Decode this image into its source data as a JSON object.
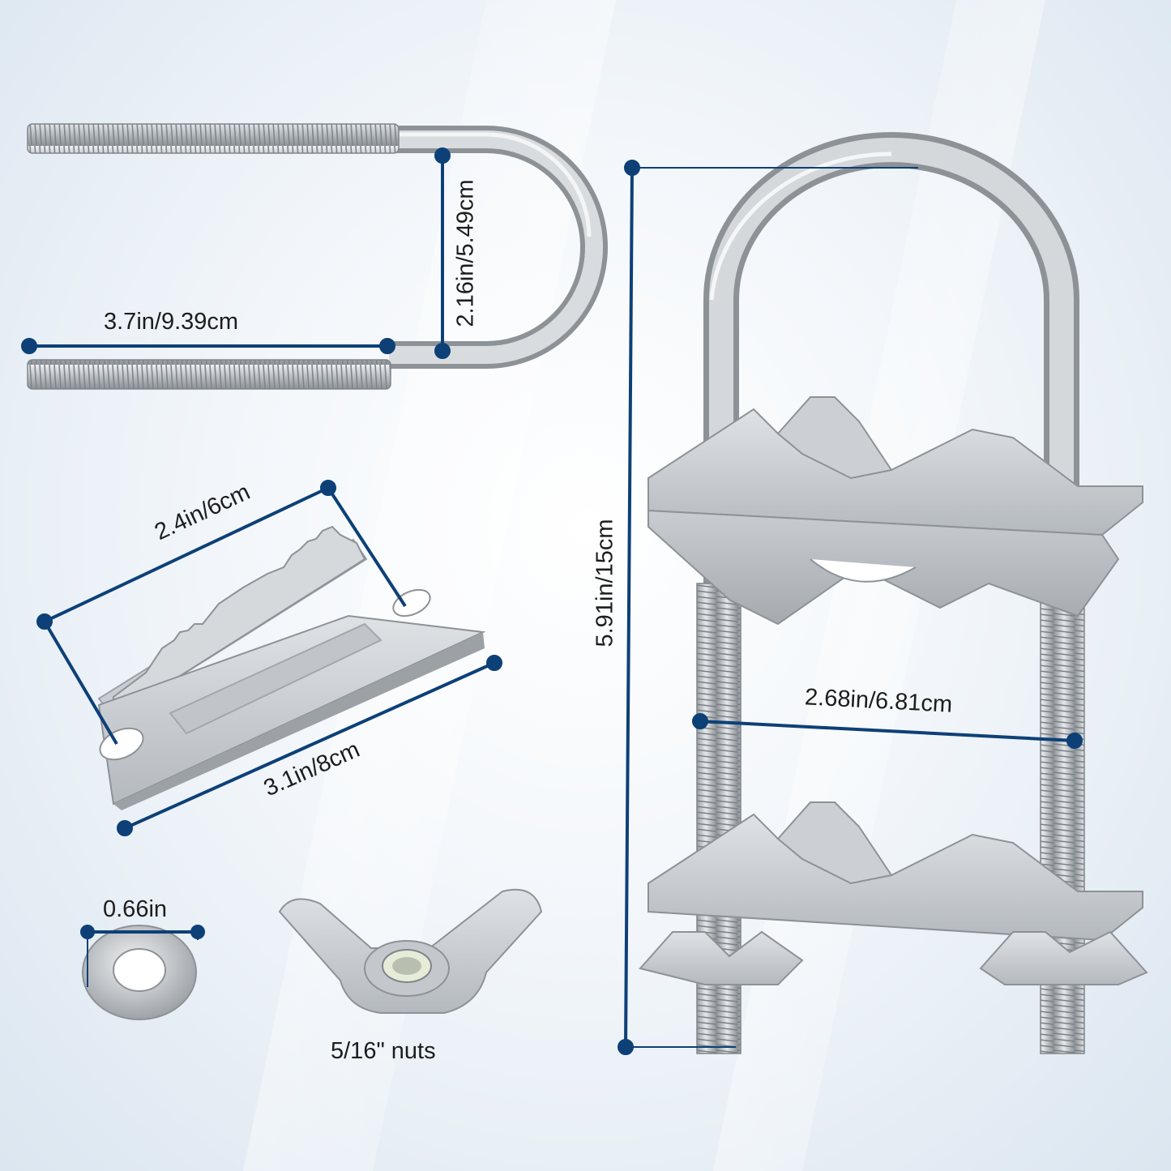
{
  "measurements": {
    "ubolt_length": "3.7in/9.39cm",
    "ubolt_width": "2.16in/5.49cm",
    "clamp_plate_width": "2.4in/6cm",
    "clamp_plate_length": "3.1in/8cm",
    "washer_diameter": "0.66in",
    "nut_label": "5/16\" nuts",
    "assembly_height": "5.91in/15cm",
    "assembly_inner_width": "2.68in/6.81cm"
  },
  "colors": {
    "dimension_line": "#0d4077",
    "metal": "#c4c8cc",
    "metal_dark": "#8e9398",
    "metal_light": "#e9ebed"
  }
}
